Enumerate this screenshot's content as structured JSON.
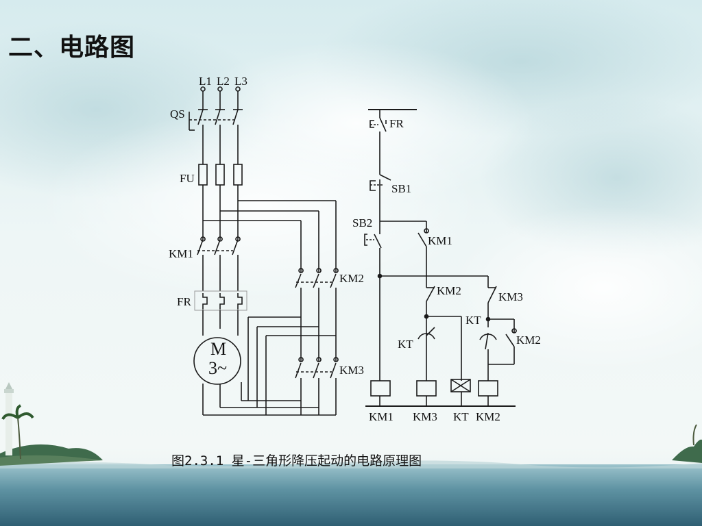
{
  "slide": {
    "title": "二、电路图"
  },
  "diagram": {
    "caption": "图2.3.1 星-三角形降压起动的电路原理图",
    "labels": {
      "l1": "L1",
      "l2": "L2",
      "l3": "L3",
      "qs": "QS",
      "fu": "FU",
      "km1_main": "KM1",
      "fr_main": "FR",
      "motor_m": "M",
      "motor_phase": "3~",
      "km2_main": "KM2",
      "km3_main": "KM3",
      "fr_ctrl": "FR",
      "sb1": "SB1",
      "sb2": "SB2",
      "km1_aux": "KM1",
      "km2_interlock": "KM2",
      "km3_interlock": "KM3",
      "kt_nc": "KT",
      "kt_no": "KT",
      "km2_hold": "KM2",
      "coil_km1": "KM1",
      "coil_km3": "KM3",
      "coil_kt": "KT",
      "coil_km2": "KM2"
    }
  },
  "colors": {
    "line": "#1a1a1a"
  }
}
